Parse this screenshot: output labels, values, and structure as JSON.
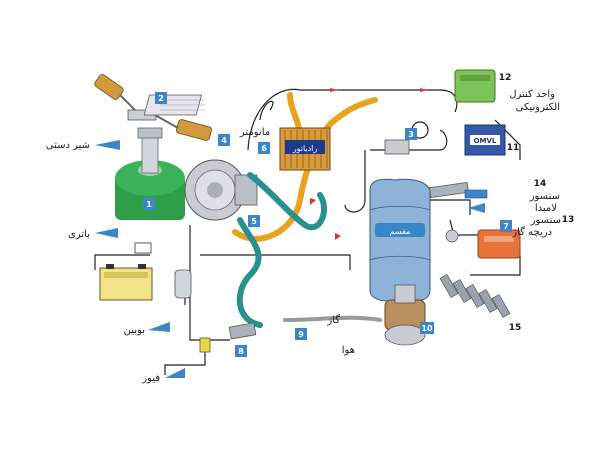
{
  "labels": {
    "manual_valve": "شیر دستی",
    "battery": "باتری",
    "coil": "بوبین",
    "fuse": "فیوز",
    "gas": "گاز",
    "air": "هوا",
    "manometer": "مانومتر",
    "radiator": "رادیاتور",
    "manifold": "مقسم",
    "ecu_line1": "واحد کنترل",
    "ecu_line2": "الکترونیکی",
    "lambda_line1": "سنسور",
    "lambda_line2": "لامبدا",
    "throttle_line1": "سنسور",
    "throttle_line2": "دریچه گاز",
    "omvl": "OMVL"
  },
  "numbers": {
    "n1": "1",
    "n2": "2",
    "n3": "3",
    "n4": "4",
    "n5": "5",
    "n6": "6",
    "n7": "7",
    "n8": "8",
    "n9": "9",
    "n10": "10",
    "n11": "11",
    "n12": "12",
    "n13": "13",
    "n14": "14",
    "n15": "15"
  },
  "colors": {
    "tank": "#2f9e4a",
    "hose_yellow": "#e8a21c",
    "hose_teal": "#2a8f8f",
    "manifold": "#8fb3d8",
    "badge": "#3a86c8",
    "ecu": "#7cc35a",
    "ecu_orange": "#e8733a"
  }
}
